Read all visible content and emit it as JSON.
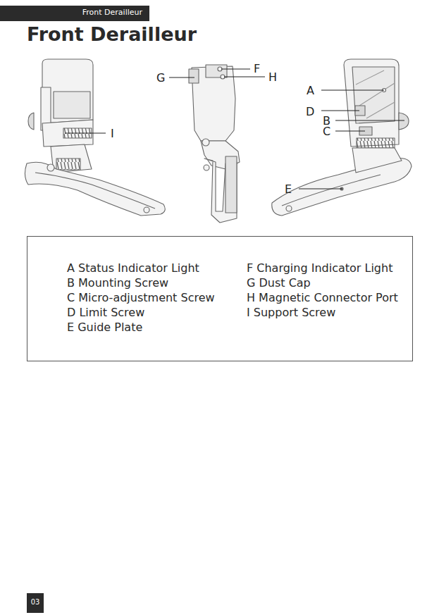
{
  "diagram": {
    "title": "Front Derailleur",
    "nodes": [
      {
        "text": [
          "Front Derailleur"
        ]
      },
      {
        "text": [
          "A Status Indicator Light",
          "B Mounting Screw",
          "C Micro-adjustment Screw",
          "D Limit Screw",
          "E Guide Plate",
          "F Charging Indicator Light",
          "G Dust Cap",
          "H Magnetic Connector Port",
          "I Support Screw"
        ]
      },
      {
        "text": [
          "03"
        ]
      }
    ],
    "labels": [
      "G",
      "F",
      "H",
      "A",
      "D",
      "B",
      "C",
      "I",
      "E"
    ]
  }
}
